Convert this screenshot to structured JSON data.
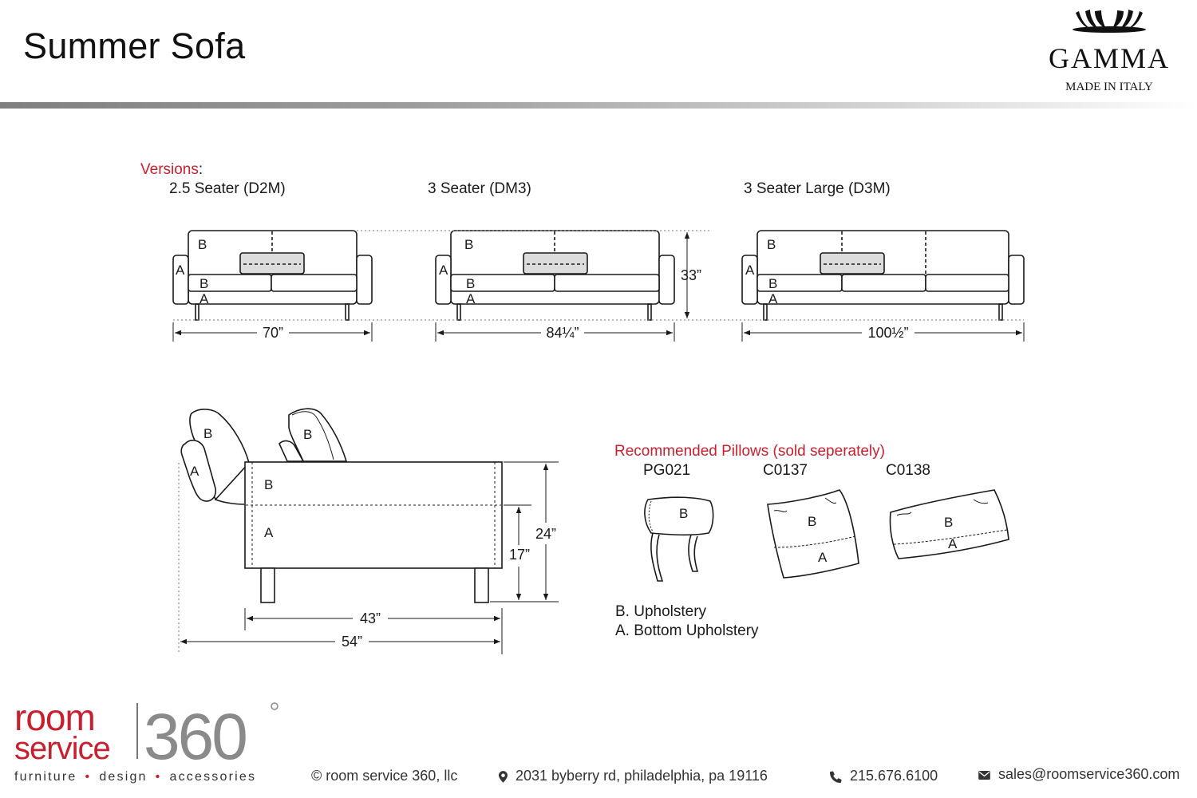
{
  "header": {
    "title": "Summer Sofa",
    "brand": {
      "name": "GAMMA",
      "tagline": "MADE IN ITALY"
    }
  },
  "versions": {
    "heading": "Versions",
    "items": [
      {
        "label": "2.5 Seater (D2M)",
        "width": "70”"
      },
      {
        "label": "3 Seater (DM3)",
        "width": "84¼”"
      },
      {
        "label": "3 Seater Large (D3M)",
        "width": "100½”"
      }
    ],
    "height": "33”",
    "part_labels": {
      "upholstery": "B",
      "bottom": "A"
    }
  },
  "side_view": {
    "seat_height": "17”",
    "total_height": "24”",
    "seat_depth": "43”",
    "total_depth": "54”"
  },
  "pillows": {
    "heading": "Recommended Pillows (sold seperately)",
    "items": [
      {
        "code": "PG021"
      },
      {
        "code": "C0137"
      },
      {
        "code": "C0138"
      }
    ],
    "legend": [
      "B. Upholstery",
      "A. Bottom Upholstery"
    ]
  },
  "footer": {
    "logo": {
      "word1": "room",
      "word2": "service",
      "number": "360"
    },
    "tagline": [
      "furniture",
      "design",
      "accessories"
    ],
    "copyright": "© room service 360, llc",
    "address": "2031 byberry rd, philadelphia, pa 19116",
    "phone": "215.676.6100",
    "email": "sales@roomservice360.com",
    "icons": [
      "map-pin-icon",
      "phone-icon",
      "envelope-icon"
    ]
  },
  "colors": {
    "accent_red": "#c8202f",
    "line": "#1a1a1a",
    "cushion_fill": "#dcdcdc"
  }
}
